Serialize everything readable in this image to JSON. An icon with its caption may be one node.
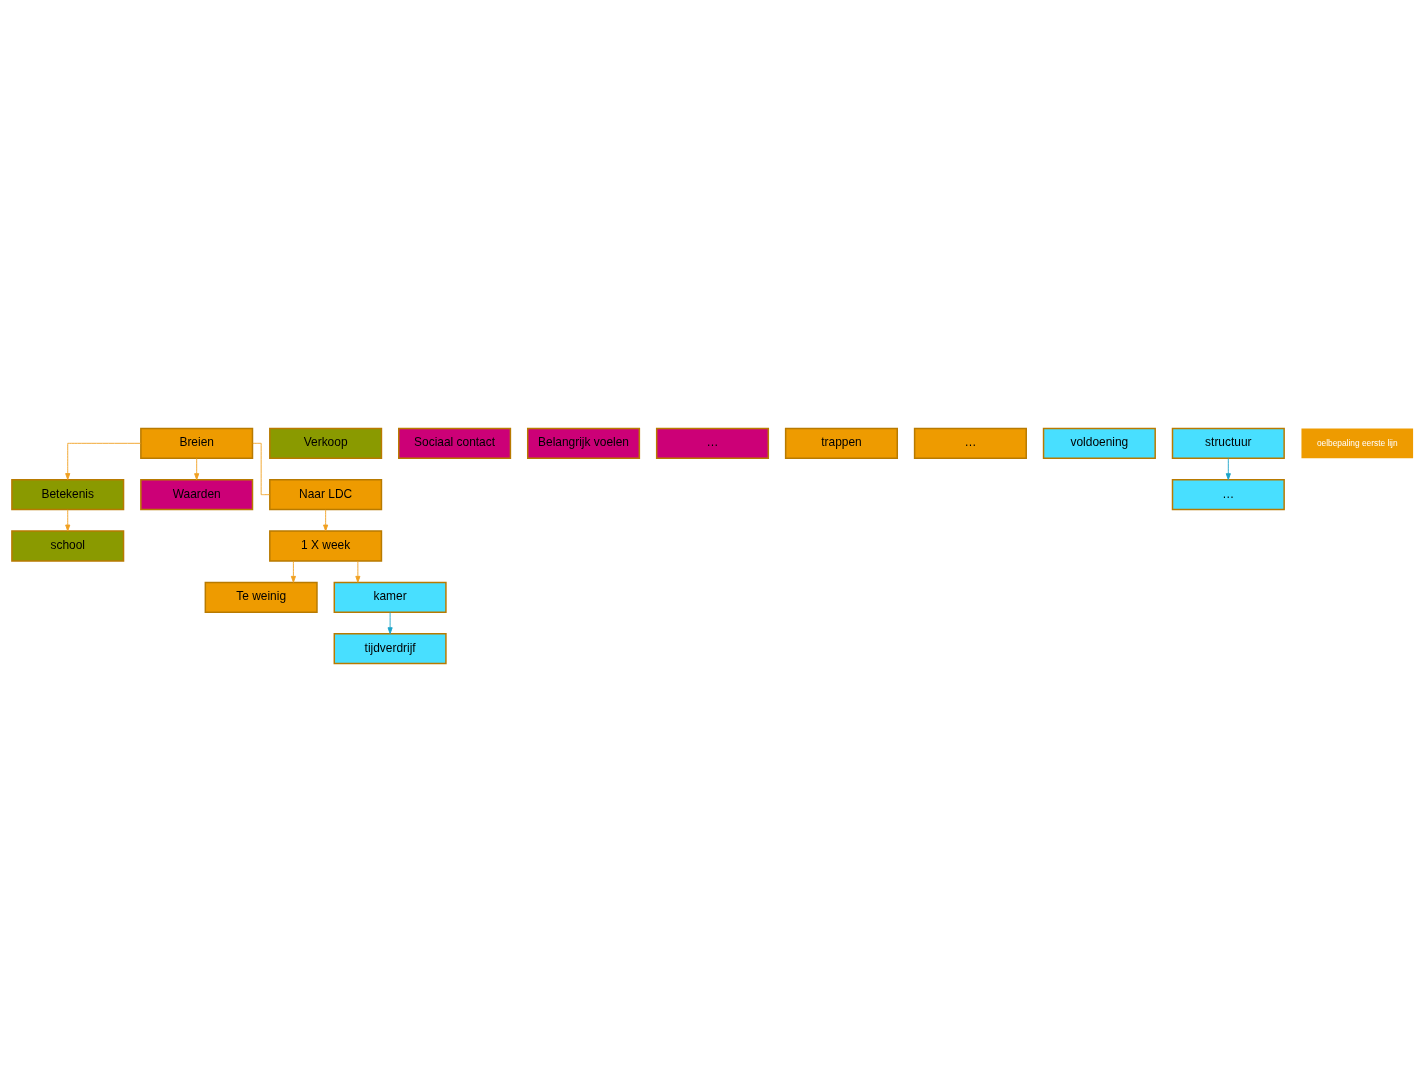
{
  "diagram": {
    "nodes": [
      {
        "text": [
          "Breien"
        ]
      },
      {
        "text": [
          "Betekenis"
        ]
      },
      {
        "text": [
          "school"
        ]
      },
      {
        "text": [
          "Verkoop"
        ]
      },
      {
        "text": [
          "Waarden"
        ]
      },
      {
        "text": [
          "Sociaal contact"
        ]
      },
      {
        "text": [
          "Belangrijk voelen"
        ]
      },
      {
        "text": [
          "…"
        ]
      },
      {
        "text": [
          "Naar LDC"
        ]
      },
      {
        "text": [
          "1 X week"
        ]
      },
      {
        "text": [
          "Te weinig"
        ]
      },
      {
        "text": [
          "trappen"
        ]
      },
      {
        "text": [
          "…"
        ]
      },
      {
        "text": [
          "kamer"
        ]
      },
      {
        "text": [
          "tijdverdrijf"
        ]
      },
      {
        "text": [
          "voldoening"
        ]
      },
      {
        "text": [
          "structuur"
        ]
      },
      {
        "text": [
          "…"
        ]
      }
    ],
    "edges": [
      {
        "from": 0,
        "to": 1,
        "arrow": "to"
      },
      {
        "from": 1,
        "to": 2,
        "arrow": "to"
      },
      {
        "from": 0,
        "to": 4,
        "arrow": "to"
      },
      {
        "from": 0,
        "to": 8,
        "arrow": "none"
      },
      {
        "from": 8,
        "to": 9,
        "arrow": "to"
      },
      {
        "from": 9,
        "to": 13,
        "arrow": "to"
      },
      {
        "from": 9,
        "to": 10,
        "arrow": "to"
      },
      {
        "from": 13,
        "to": 14,
        "arrow": "to",
        "color": "#1aa3c8"
      },
      {
        "from": 16,
        "to": 17,
        "arrow": "to",
        "color": "#1aa3c8"
      }
    ],
    "labels": [
      "oelbepaling eerste lijn"
    ]
  }
}
